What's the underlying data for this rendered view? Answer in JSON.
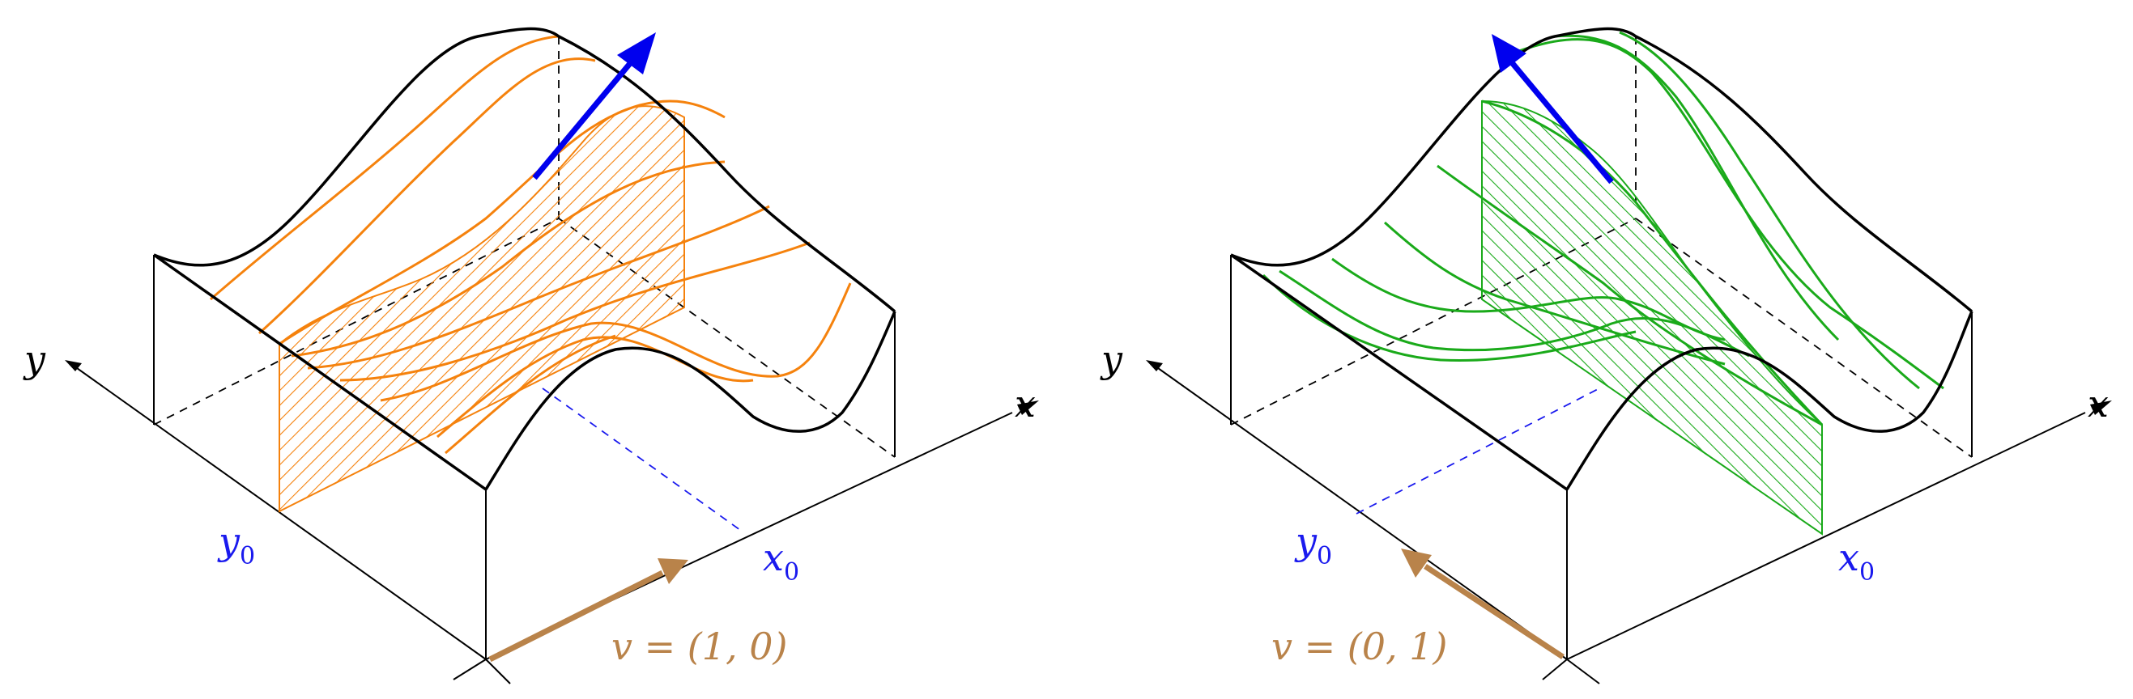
{
  "diagrams": [
    {
      "id": "directional-derivative-x",
      "x_axis_label": "x",
      "y_axis_label": "y",
      "x0_label": "x",
      "x0_sub": "0",
      "y0_label": "y",
      "y0_sub": "0",
      "vector_label": "v = (1, 0)",
      "slice_color": "#f5820d",
      "gradient_arrow_color": "#0000ee",
      "direction_arrow_color": "#b9834a",
      "marker_color": "#1a1aee"
    },
    {
      "id": "directional-derivative-y",
      "x_axis_label": "x",
      "y_axis_label": "y",
      "x0_label": "x",
      "x0_sub": "0",
      "y0_label": "y",
      "y0_sub": "0",
      "vector_label": "v = (0, 1)",
      "slice_color": "#1aaa1a",
      "gradient_arrow_color": "#0000ee",
      "direction_arrow_color": "#b9834a",
      "marker_color": "#1a1aee"
    }
  ]
}
